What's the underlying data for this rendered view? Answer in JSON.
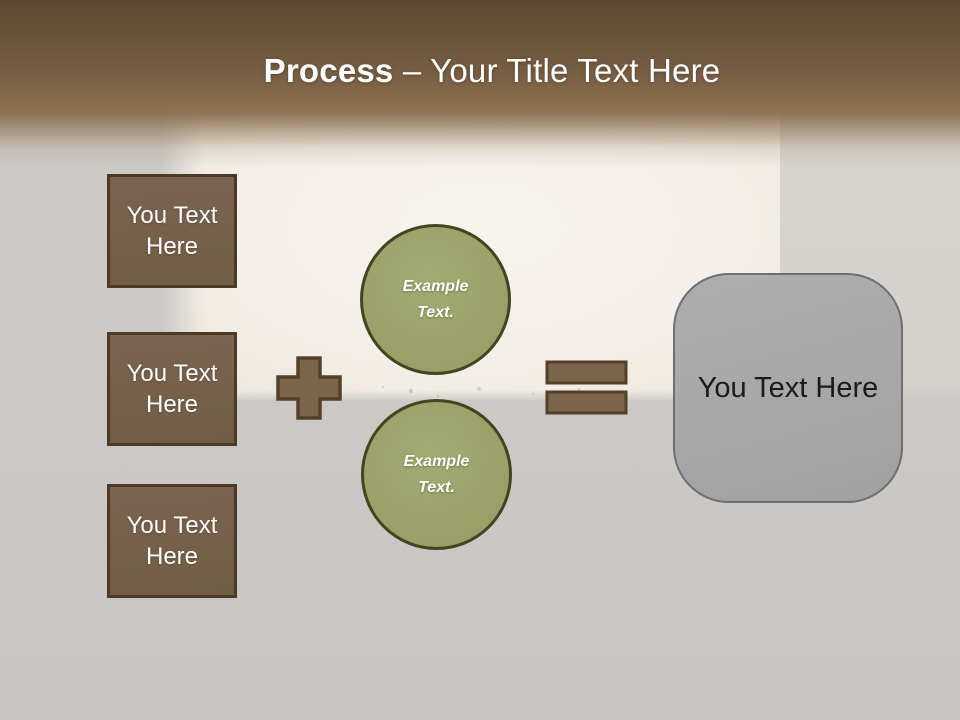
{
  "slide": {
    "title": {
      "bold": "Process",
      "rest": " – Your Title Text Here"
    }
  },
  "input_boxes": [
    {
      "label": "You Text Here"
    },
    {
      "label": "You Text Here"
    },
    {
      "label": "You Text Here"
    }
  ],
  "operators": {
    "plus": "plus-icon",
    "equals": "equals-icon"
  },
  "example_circles": [
    {
      "label": "Example Text."
    },
    {
      "label": "Example Text."
    }
  ],
  "result_box": {
    "label": "You Text Here"
  },
  "colors": {
    "header_brown_dark": "#5e4932",
    "header_brown_light": "#876c4a",
    "input_box_fill": "#75604a",
    "input_box_border": "#4c3a27",
    "operator_fill": "#7b654b",
    "operator_border": "#544028",
    "circle_fill": "#9ba26b",
    "circle_border": "#414621",
    "result_fill": "#a6a6a6",
    "result_border": "#6f6f6f",
    "title_text": "#ffffff",
    "result_text": "#1b1b1b",
    "background_gray": "#cbc8c5",
    "wall_white": "#f4efe8"
  }
}
